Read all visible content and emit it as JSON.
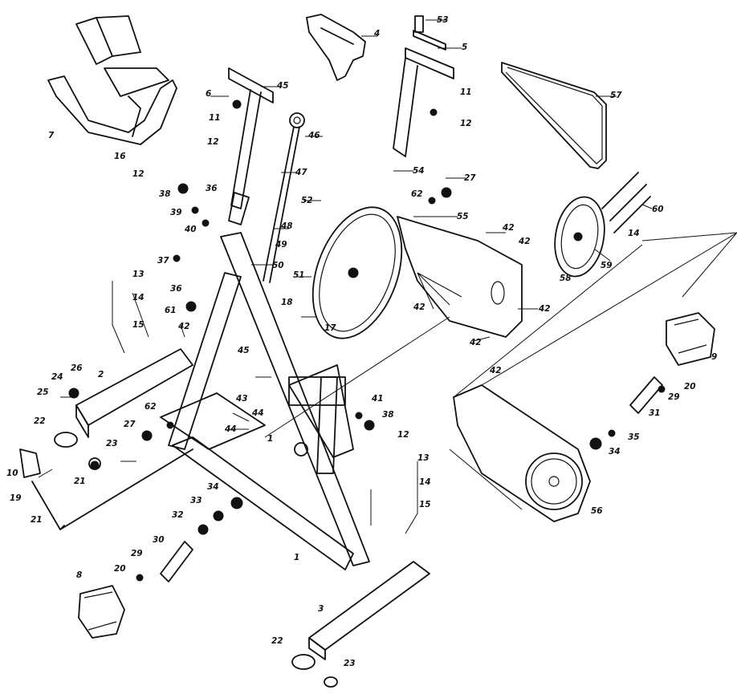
{
  "callouts": [
    {
      "id": "c53",
      "text": "53"
    },
    {
      "id": "c4",
      "text": "4"
    },
    {
      "id": "c5",
      "text": "5"
    },
    {
      "id": "c57",
      "text": "57"
    },
    {
      "id": "c6",
      "text": "6"
    },
    {
      "id": "c45a",
      "text": "45"
    },
    {
      "id": "c11a",
      "text": "11"
    },
    {
      "id": "c12a",
      "text": "12"
    },
    {
      "id": "c46",
      "text": "46"
    },
    {
      "id": "c11b",
      "text": "11"
    },
    {
      "id": "c12b",
      "text": "12"
    },
    {
      "id": "c7",
      "text": "7"
    },
    {
      "id": "c16",
      "text": "16"
    },
    {
      "id": "c12c",
      "text": "12"
    },
    {
      "id": "c47",
      "text": "47"
    },
    {
      "id": "c54",
      "text": "54"
    },
    {
      "id": "c27a",
      "text": "27"
    },
    {
      "id": "c38a",
      "text": "38"
    },
    {
      "id": "c36a",
      "text": "36"
    },
    {
      "id": "c62a",
      "text": "62"
    },
    {
      "id": "c52",
      "text": "52"
    },
    {
      "id": "c39",
      "text": "39"
    },
    {
      "id": "c48",
      "text": "48"
    },
    {
      "id": "c55",
      "text": "55"
    },
    {
      "id": "c40",
      "text": "40"
    },
    {
      "id": "c60",
      "text": "60"
    },
    {
      "id": "c42a",
      "text": "42"
    },
    {
      "id": "c14a",
      "text": "14"
    },
    {
      "id": "c49",
      "text": "49"
    },
    {
      "id": "c42b",
      "text": "42"
    },
    {
      "id": "c37",
      "text": "37"
    },
    {
      "id": "c50",
      "text": "50"
    },
    {
      "id": "c59",
      "text": "59"
    },
    {
      "id": "c13a",
      "text": "13"
    },
    {
      "id": "c36b",
      "text": "36"
    },
    {
      "id": "c58",
      "text": "58"
    },
    {
      "id": "c51",
      "text": "51"
    },
    {
      "id": "c14b",
      "text": "14"
    },
    {
      "id": "c42c",
      "text": "42"
    },
    {
      "id": "c61",
      "text": "61"
    },
    {
      "id": "c18",
      "text": "18"
    },
    {
      "id": "c42d",
      "text": "42"
    },
    {
      "id": "c15a",
      "text": "15"
    },
    {
      "id": "c42e",
      "text": "42"
    },
    {
      "id": "c17",
      "text": "17"
    },
    {
      "id": "c42f",
      "text": "42"
    },
    {
      "id": "c9",
      "text": "9"
    },
    {
      "id": "c45b",
      "text": "45"
    },
    {
      "id": "c26",
      "text": "26"
    },
    {
      "id": "c2",
      "text": "2"
    },
    {
      "id": "c24",
      "text": "24"
    },
    {
      "id": "c43",
      "text": "43"
    },
    {
      "id": "c42g",
      "text": "42"
    },
    {
      "id": "c20a",
      "text": "20"
    },
    {
      "id": "c25",
      "text": "25"
    },
    {
      "id": "c41",
      "text": "41"
    },
    {
      "id": "c29a",
      "text": "29"
    },
    {
      "id": "c44a",
      "text": "44"
    },
    {
      "id": "c62b",
      "text": "62"
    },
    {
      "id": "c38b",
      "text": "38"
    },
    {
      "id": "c31",
      "text": "31"
    },
    {
      "id": "c22a",
      "text": "22"
    },
    {
      "id": "c27b",
      "text": "27"
    },
    {
      "id": "c44b",
      "text": "44"
    },
    {
      "id": "c35",
      "text": "35"
    },
    {
      "id": "c12d",
      "text": "12"
    },
    {
      "id": "c1a",
      "text": "1"
    },
    {
      "id": "c23a",
      "text": "23"
    },
    {
      "id": "c34a",
      "text": "34"
    },
    {
      "id": "c10",
      "text": "10"
    },
    {
      "id": "c21a",
      "text": "21"
    },
    {
      "id": "c13b",
      "text": "13"
    },
    {
      "id": "c19",
      "text": "19"
    },
    {
      "id": "c14c",
      "text": "14"
    },
    {
      "id": "c56",
      "text": "56"
    },
    {
      "id": "c21b",
      "text": "21"
    },
    {
      "id": "c34b",
      "text": "34"
    },
    {
      "id": "c15b",
      "text": "15"
    },
    {
      "id": "c33",
      "text": "33"
    },
    {
      "id": "c32",
      "text": "32"
    },
    {
      "id": "c30",
      "text": "30"
    },
    {
      "id": "c29b",
      "text": "29"
    },
    {
      "id": "c20b",
      "text": "20"
    },
    {
      "id": "c1b",
      "text": "1"
    },
    {
      "id": "c8",
      "text": "8"
    },
    {
      "id": "c3",
      "text": "3"
    },
    {
      "id": "c22b",
      "text": "22"
    },
    {
      "id": "c23b",
      "text": "23"
    }
  ]
}
